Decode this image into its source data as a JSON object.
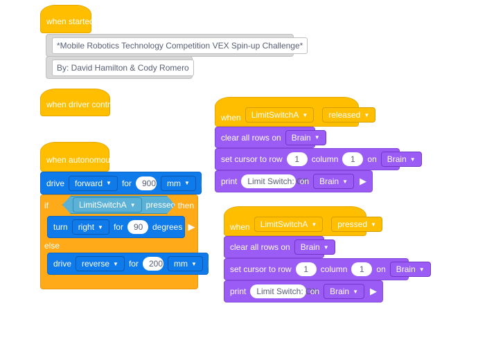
{
  "events": {
    "started_label": "when started",
    "driver_control_label": "when driver control",
    "autonomous_label": "when autonomous",
    "when_label": "when"
  },
  "comments": {
    "line1": "*Mobile Robotics Technology Competition VEX Spin-up Challenge*",
    "line2": "By: David Hamilton & Cody Romero"
  },
  "autonomous": {
    "drive1": {
      "label": "drive",
      "direction": "forward",
      "for_label": "for",
      "amount": "900",
      "unit": "mm"
    },
    "if_label": "if",
    "then_label": "then",
    "else_label": "else",
    "condition": {
      "device": "LimitSwitchA",
      "state": "pressed?"
    },
    "turn": {
      "label": "turn",
      "direction": "right",
      "for_label": "for",
      "amount": "90",
      "unit": "degrees"
    },
    "drive2": {
      "label": "drive",
      "direction": "reverse",
      "for_label": "for",
      "amount": "200",
      "unit": "mm"
    }
  },
  "released_script": {
    "device": "LimitSwitchA",
    "event": "released",
    "clear_label": "clear all rows on",
    "screen": "Brain",
    "cursor_label": "set cursor to row",
    "row": "1",
    "column_label": "column",
    "column": "1",
    "on_label": "on",
    "print_label": "print",
    "print_text": "Limit Switch: Off"
  },
  "pressed_script": {
    "device": "LimitSwitchA",
    "event": "pressed",
    "clear_label": "clear all rows on",
    "screen": "Brain",
    "cursor_label": "set cursor to row",
    "row": "1",
    "column_label": "column",
    "column": "1",
    "on_label": "on",
    "print_label": "print",
    "print_text": "Limit Switch: ON"
  },
  "icons": {
    "dropdown": "▼",
    "run": "▶"
  },
  "colors": {
    "events": "#ffbf00",
    "looks": "#9a5cf5",
    "motion": "#0f7bea",
    "control": "#ffab19",
    "sensing": "#5cb1d6",
    "comment": "#d9d9d9"
  }
}
